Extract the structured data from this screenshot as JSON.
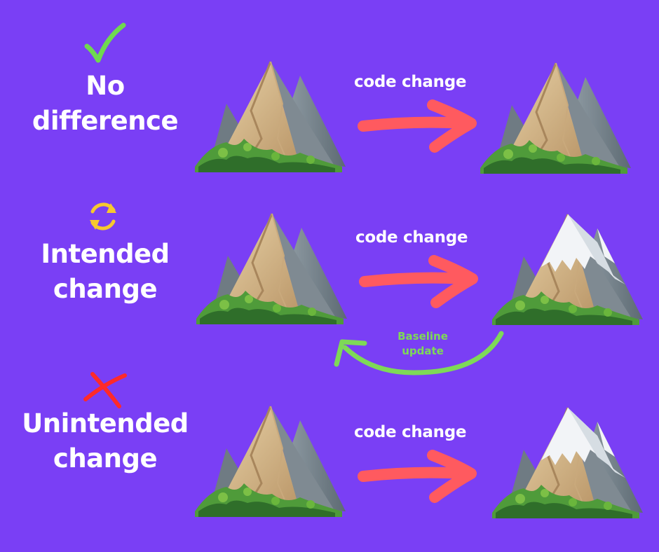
{
  "rows": [
    {
      "label_line1": "No",
      "label_line2": "difference",
      "status_icon": "check-icon",
      "arrow_label": "code change",
      "before_image": "mountain-icon",
      "after_image": "mountain-icon"
    },
    {
      "label_line1": "Intended",
      "label_line2": "change",
      "status_icon": "refresh-icon",
      "arrow_label": "code change",
      "before_image": "mountain-icon",
      "after_image": "snow-capped-mountain-icon"
    },
    {
      "label_line1": "Unintended",
      "label_line2": "change",
      "status_icon": "cross-icon",
      "arrow_label": "code change",
      "before_image": "mountain-icon",
      "after_image": "snow-capped-mountain-icon"
    }
  ],
  "baseline_update": {
    "line1": "Baseline",
    "line2": "update"
  },
  "colors": {
    "background": "#7a3ff5",
    "arrow": "#ff5a5f",
    "baseline_arrow": "#7ed957",
    "check": "#6fd94f",
    "refresh": "#f7c82e",
    "cross": "#ff2a2a"
  }
}
